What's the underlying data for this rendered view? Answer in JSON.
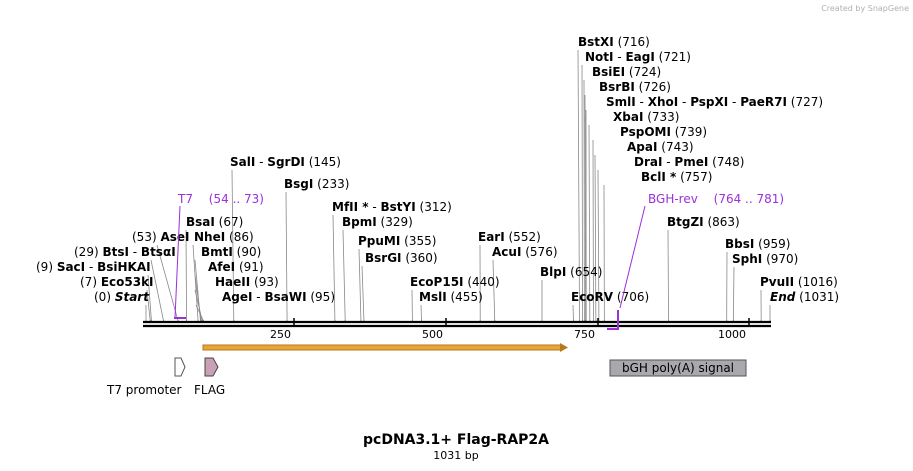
{
  "app": {
    "credit": "Created by SnapGene",
    "credit_brand": "SnapGene"
  },
  "map": {
    "title": "pcDNA3.1+ Flag-RAP2A",
    "length_label": "1031 bp",
    "length": 1031,
    "ruler": [
      "250",
      "500",
      "750",
      "1000"
    ]
  },
  "sites": [
    {
      "names": [
        "Start"
      ],
      "pos": "(0)",
      "bp": 0,
      "italic": true,
      "side": "left"
    },
    {
      "names": [
        "Eco53kI"
      ],
      "pos": "(7)",
      "bp": 7,
      "side": "left"
    },
    {
      "names": [
        "SacI",
        "BsiHKAI"
      ],
      "pos": "(9)",
      "bp": 9,
      "side": "left"
    },
    {
      "names": [
        "BtsI",
        "BtsαI"
      ],
      "pos": "(29)",
      "bp": 29,
      "side": "left"
    },
    {
      "names": [
        "AseI"
      ],
      "pos": "(53)",
      "bp": 53,
      "side": "left"
    },
    {
      "names": [
        "AgeI",
        "BsaWI"
      ],
      "pos": "(95)",
      "bp": 95
    },
    {
      "names": [
        "HaeII"
      ],
      "pos": "(93)",
      "bp": 93
    },
    {
      "names": [
        "AfeI"
      ],
      "pos": "(91)",
      "bp": 91
    },
    {
      "names": [
        "BmtI"
      ],
      "pos": "(90)",
      "bp": 90
    },
    {
      "names": [
        "NheI"
      ],
      "pos": "(86)",
      "bp": 86
    },
    {
      "names": [
        "BsaI"
      ],
      "pos": "(67)",
      "bp": 67
    },
    {
      "names": [
        "BsgI"
      ],
      "pos": "(233)",
      "bp": 233
    },
    {
      "names": [
        "SalI",
        "SgrDI"
      ],
      "pos": "(145)",
      "bp": 145
    },
    {
      "names": [
        "MfII *",
        "BstYI"
      ],
      "pos": "(312)",
      "bp": 312
    },
    {
      "names": [
        "BpmI"
      ],
      "pos": "(329)",
      "bp": 329
    },
    {
      "names": [
        "PpuMI"
      ],
      "pos": "(355)",
      "bp": 355
    },
    {
      "names": [
        "BsrGI"
      ],
      "pos": "(360)",
      "bp": 360
    },
    {
      "names": [
        "EcoP15I"
      ],
      "pos": "(440)",
      "bp": 440
    },
    {
      "names": [
        "MslI"
      ],
      "pos": "(455)",
      "bp": 455
    },
    {
      "names": [
        "EarI"
      ],
      "pos": "(552)",
      "bp": 552
    },
    {
      "names": [
        "AcuI"
      ],
      "pos": "(576)",
      "bp": 576
    },
    {
      "names": [
        "BlpI"
      ],
      "pos": "(654)",
      "bp": 654
    },
    {
      "names": [
        "EcoRV"
      ],
      "pos": "(706)",
      "bp": 706
    },
    {
      "names": [
        "BstXI"
      ],
      "pos": "(716)",
      "bp": 716
    },
    {
      "names": [
        "NotI",
        "EagI"
      ],
      "pos": "(721)",
      "bp": 721
    },
    {
      "names": [
        "BsiEI"
      ],
      "pos": "(724)",
      "bp": 724
    },
    {
      "names": [
        "BsrBI"
      ],
      "pos": "(726)",
      "bp": 726
    },
    {
      "names": [
        "SmlI",
        "XhoI",
        "PspXI",
        "PaeR7I"
      ],
      "pos": "(727)",
      "bp": 727
    },
    {
      "names": [
        "XbaI"
      ],
      "pos": "(733)",
      "bp": 733
    },
    {
      "names": [
        "PspOMI"
      ],
      "pos": "(739)",
      "bp": 739
    },
    {
      "names": [
        "ApaI"
      ],
      "pos": "(743)",
      "bp": 743
    },
    {
      "names": [
        "DraI",
        "PmeI"
      ],
      "pos": "(748)",
      "bp": 748
    },
    {
      "names": [
        "BclI *"
      ],
      "pos": "(757)",
      "bp": 757
    },
    {
      "names": [
        "BtgZI"
      ],
      "pos": "(863)",
      "bp": 863
    },
    {
      "names": [
        "BbsI"
      ],
      "pos": "(959)",
      "bp": 959
    },
    {
      "names": [
        "SphI"
      ],
      "pos": "(970)",
      "bp": 970
    },
    {
      "names": [
        "PvuII"
      ],
      "pos": "(1016)",
      "bp": 1016
    },
    {
      "names": [
        "End"
      ],
      "pos": "(1031)",
      "bp": 1031,
      "italic": true
    }
  ],
  "primers": [
    {
      "name": "T7",
      "range": "(54 .. 73)"
    },
    {
      "name": "BGH-rev",
      "range": "(764 .. 781)"
    }
  ],
  "features": [
    {
      "name": "T7 promoter"
    },
    {
      "name": "FLAG"
    },
    {
      "name": "bGH poly(A) signal"
    }
  ],
  "colors": {
    "primer": "#9b30d9",
    "orf_fill": "#e8a33a",
    "orf_stroke": "#b8781a",
    "flag_fill": "#c9a0b4",
    "polya_fill": "#a9a9ad",
    "line": "#888888"
  }
}
